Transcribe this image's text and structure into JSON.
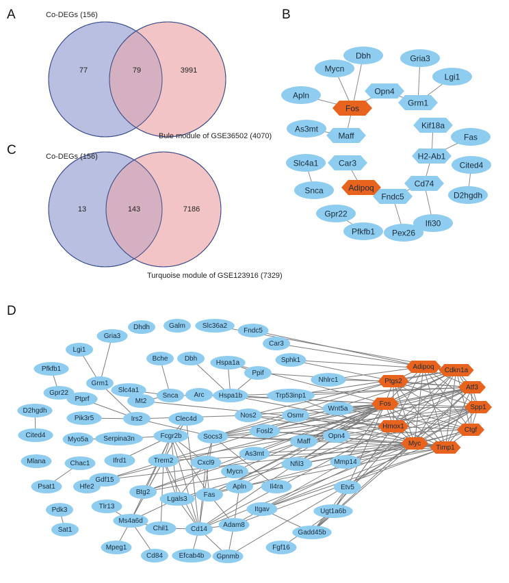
{
  "panels": {
    "A": {
      "label": "A",
      "left_title": "Co-DEGs (156)",
      "left_only": "77",
      "overlap": "79",
      "right_only": "3991",
      "right_title": "Bule module of GSE36502 (4070)"
    },
    "B": {
      "label": "B"
    },
    "C": {
      "label": "C",
      "left_title": "Co-DEGs (156)",
      "left_only": "13",
      "overlap": "143",
      "right_only": "7186",
      "right_title": "Turquoise module of GSE123916 (7329)"
    },
    "D": {
      "label": "D"
    }
  },
  "colors": {
    "venn_left_fill": "#b8bfe0",
    "venn_right_fill": "#f2c4c6",
    "venn_overlap_fill": "#d4b0c0",
    "venn_stroke": "#3a4c8a",
    "node_blue": "#8fcdf0",
    "node_orange": "#e8641e",
    "edge": "#7a7a7a"
  },
  "networkB": {
    "nodes": [
      {
        "id": "Dbh",
        "hub": false,
        "shape": "ellipse"
      },
      {
        "id": "Gria3",
        "hub": false,
        "shape": "ellipse"
      },
      {
        "id": "Mycn",
        "hub": false,
        "shape": "ellipse"
      },
      {
        "id": "Lgi1",
        "hub": false,
        "shape": "ellipse"
      },
      {
        "id": "Apln",
        "hub": false,
        "shape": "ellipse"
      },
      {
        "id": "Opn4",
        "hub": false,
        "shape": "hexagon"
      },
      {
        "id": "Fos",
        "hub": true,
        "shape": "hexagon"
      },
      {
        "id": "Grm1",
        "hub": false,
        "shape": "hexagon"
      },
      {
        "id": "As3mt",
        "hub": false,
        "shape": "ellipse"
      },
      {
        "id": "Maff",
        "hub": false,
        "shape": "hexagon"
      },
      {
        "id": "Kif18a",
        "hub": false,
        "shape": "hexagon"
      },
      {
        "id": "Fas",
        "hub": false,
        "shape": "ellipse"
      },
      {
        "id": "H2-Ab1",
        "hub": false,
        "shape": "hexagon"
      },
      {
        "id": "Slc4a1",
        "hub": false,
        "shape": "ellipse"
      },
      {
        "id": "Car3",
        "hub": false,
        "shape": "hexagon"
      },
      {
        "id": "Cited4",
        "hub": false,
        "shape": "ellipse"
      },
      {
        "id": "Snca",
        "hub": false,
        "shape": "ellipse"
      },
      {
        "id": "Adipoq",
        "hub": true,
        "shape": "hexagon"
      },
      {
        "id": "Cd74",
        "hub": false,
        "shape": "hexagon"
      },
      {
        "id": "D2hgdh",
        "hub": false,
        "shape": "ellipse"
      },
      {
        "id": "Fndc5",
        "hub": false,
        "shape": "hexagon"
      },
      {
        "id": "Gpr22",
        "hub": false,
        "shape": "ellipse"
      },
      {
        "id": "Pfkfb1",
        "hub": false,
        "shape": "ellipse"
      },
      {
        "id": "Pex26",
        "hub": false,
        "shape": "ellipse"
      },
      {
        "id": "Ifi30",
        "hub": false,
        "shape": "ellipse"
      }
    ],
    "edges": [
      [
        "Fos",
        "Mycn"
      ],
      [
        "Fos",
        "Dbh"
      ],
      [
        "Fos",
        "Apln"
      ],
      [
        "Fos",
        "Opn4"
      ],
      [
        "Fos",
        "Maff"
      ],
      [
        "Opn4",
        "Grm1"
      ],
      [
        "Grm1",
        "Gria3"
      ],
      [
        "Grm1",
        "Lgi1"
      ],
      [
        "Maff",
        "As3mt"
      ],
      [
        "Kif18a",
        "H2-Ab1"
      ],
      [
        "Fas",
        "H2-Ab1"
      ],
      [
        "H2-Ab1",
        "Cd74"
      ],
      [
        "Cd74",
        "Ifi30"
      ],
      [
        "Cd74",
        "Fndc5"
      ],
      [
        "Slc4a1",
        "Snca"
      ],
      [
        "Car3",
        "Adipoq"
      ],
      [
        "Adipoq",
        "Fndc5"
      ],
      [
        "Fndc5",
        "Pex26"
      ],
      [
        "Cited4",
        "D2hgdh"
      ],
      [
        "Gpr22",
        "Pfkfb1"
      ]
    ]
  },
  "networkD": {
    "hubs": [
      "Adipoq",
      "Cdkn1a",
      "Ptgs2",
      "Atf3",
      "Fos",
      "Spp1",
      "Hmox1",
      "Ctgf",
      "Myc",
      "Timp1"
    ],
    "nodes": [
      "Dhdh",
      "Galm",
      "Slc36a2",
      "Fndc5",
      "Gria3",
      "Car3",
      "Lgi1",
      "Bche",
      "Dbh",
      "Hspa1a",
      "Sphk1",
      "Adipoq",
      "Cdkn1a",
      "Pfkfb1",
      "Ppif",
      "Nhlrc1",
      "Ptgs2",
      "Grm1",
      "Slc4a1",
      "Atf3",
      "Gpr22",
      "Ptprf",
      "Mt2",
      "Snca",
      "Arc",
      "Hspa1b",
      "Trp53inp1",
      "D2hgdh",
      "Pik3r5",
      "Irs2",
      "Clec4d",
      "Nos2",
      "Osmr",
      "Wnt5a",
      "Fos",
      "Spp1",
      "Cited4",
      "Myo5a",
      "Serpina3n",
      "Fcgr2b",
      "Socs3",
      "Fosl2",
      "Hmox1",
      "Ctgf",
      "Opn4",
      "Mlana",
      "Ifrd1",
      "Maff",
      "Myc",
      "Timp1",
      "Chac1",
      "As3mt",
      "Trem2",
      "Cxcl9",
      "Nfil3",
      "Mmp14",
      "Gdf15",
      "Psat1",
      "Hfe2",
      "Btg2",
      "Mycn",
      "Il4ra",
      "Lgals3",
      "Apln",
      "Etv5",
      "Fas",
      "Tlr13",
      "Itgav",
      "Ms4a6d",
      "Pdk3",
      "Ugt1a6b",
      "Chil1",
      "Cd14",
      "Adam8",
      "Sat1",
      "Gadd45b",
      "Mpeg1",
      "Fgf16",
      "Cd84",
      "Efcab4b",
      "Gpnmb"
    ]
  }
}
